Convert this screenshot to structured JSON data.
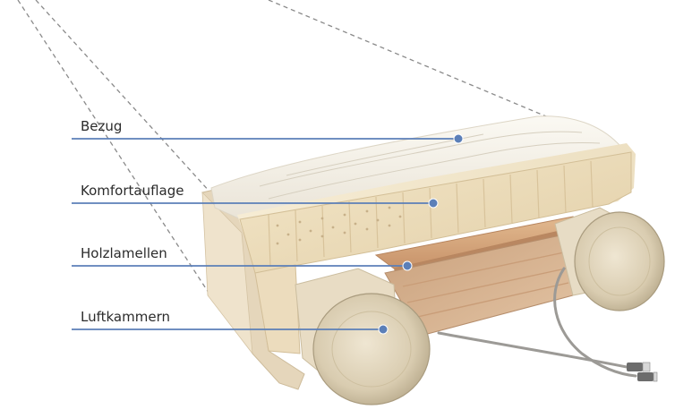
{
  "labels": {
    "bezug": "Bezug",
    "komfortauflage": "Komfortauflage",
    "holzlamellen": "Holzlamellen",
    "luftkammern": "Luftkammern"
  },
  "colors": {
    "leader_line": "#5b7fb8",
    "leader_dot": "#5b7fb8",
    "dashed_outline": "#8a8a8a",
    "cover": "#f1ede3",
    "foam": "#ecdcbc",
    "wood": "#d7a77c",
    "air_chamber": "#ddd2ba",
    "fabric": "#e8dcc6"
  },
  "icons": [
    "dot-marker",
    "hose-connector-icon"
  ]
}
